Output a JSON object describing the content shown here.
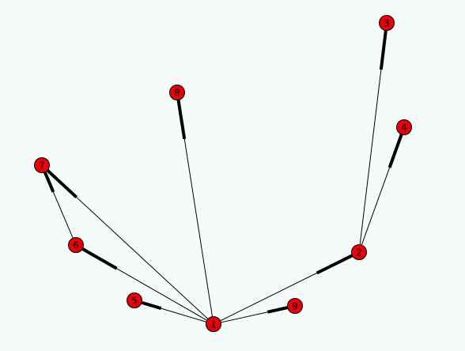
{
  "graph": {
    "node_color": "#e8000b",
    "edge_color": "#000000",
    "background": "#f4fbf8",
    "nodes": [
      {
        "id": "1",
        "label": "1"
      },
      {
        "id": "2",
        "label": "2"
      },
      {
        "id": "3",
        "label": "3"
      },
      {
        "id": "4",
        "label": "4"
      },
      {
        "id": "5",
        "label": "5"
      },
      {
        "id": "6",
        "label": "6"
      },
      {
        "id": "7",
        "label": "7"
      },
      {
        "id": "8",
        "label": "8"
      },
      {
        "id": "9",
        "label": "9"
      }
    ],
    "edges": [
      {
        "source": "1",
        "target": "2"
      },
      {
        "source": "1",
        "target": "5"
      },
      {
        "source": "1",
        "target": "6"
      },
      {
        "source": "1",
        "target": "7"
      },
      {
        "source": "1",
        "target": "8"
      },
      {
        "source": "1",
        "target": "9"
      },
      {
        "source": "2",
        "target": "3"
      },
      {
        "source": "2",
        "target": "4"
      },
      {
        "source": "6",
        "target": "7"
      }
    ]
  }
}
